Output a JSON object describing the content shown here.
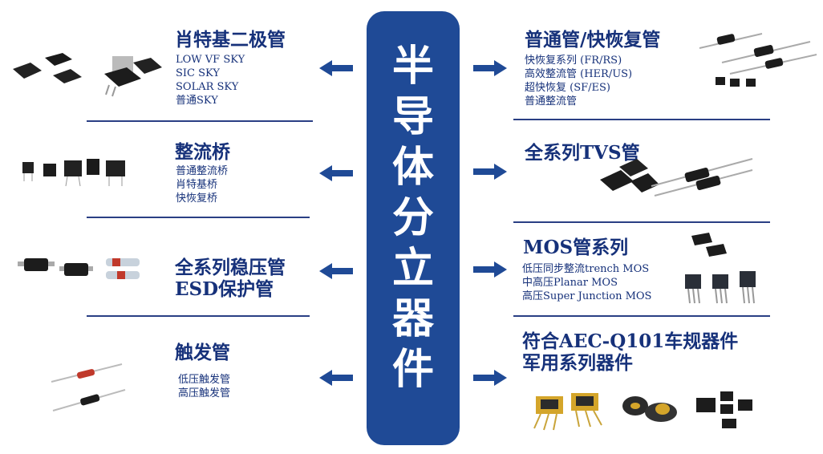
{
  "center": {
    "chars": [
      "半",
      "导",
      "体",
      "分",
      "立",
      "器",
      "件"
    ]
  },
  "left": [
    {
      "title": "肖特基二极管",
      "items": [
        "LOW VF SKY",
        "SIC SKY",
        "SOLAR SKY",
        "普通SKY"
      ]
    },
    {
      "title": "整流桥",
      "items": [
        "普通整流桥",
        "肖特基桥",
        "快恢复桥"
      ]
    },
    {
      "title": "全系列稳压管",
      "title2": "ESD保护管",
      "items": []
    },
    {
      "title": "触发管",
      "items": [
        "低压触发管",
        "高压触发管"
      ]
    }
  ],
  "right": [
    {
      "title": "普通管/快恢复管",
      "items": [
        "快恢复系列 (FR/RS)",
        "高效整流管 (HER/US)",
        "超快恢复 (SF/ES)",
        "普通整流管"
      ]
    },
    {
      "title": "全系列TVS管",
      "items": []
    },
    {
      "title": "MOS管系列",
      "items": [
        "低压同步整流trench MOS",
        "中高压Planar MOS",
        "高压Super Junction MOS"
      ]
    },
    {
      "title": "符合AEC-Q101车规器件",
      "title2": "军用系列器件",
      "items": []
    }
  ]
}
